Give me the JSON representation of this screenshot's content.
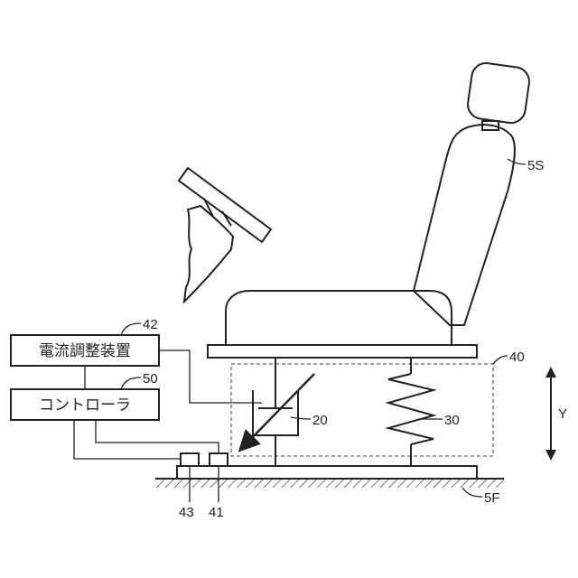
{
  "labels": {
    "seat": "5S",
    "floor": "5F",
    "unit": "40",
    "current_device_ref": "42",
    "controller_ref": "50",
    "damper": "20",
    "spring": "30",
    "sensor_a": "43",
    "sensor_b": "41",
    "axis": "Y"
  },
  "boxes": {
    "current_device": "電流調整装置",
    "controller": "コントローラ"
  }
}
